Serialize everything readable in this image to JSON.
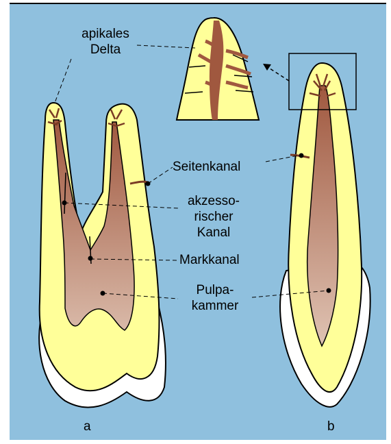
{
  "labels": {
    "apical_delta_l1": "apikales",
    "apical_delta_l2": "Delta",
    "lateral_canal": "Seitenkanal",
    "accessory_l1": "akzesso-",
    "accessory_l2": "rischer",
    "accessory_l3": "Kanal",
    "medullary_canal": "Markkanal",
    "pulp_l1": "Pulpa-",
    "pulp_l2": "kammer"
  },
  "subfigures": {
    "a": "a",
    "b": "b"
  },
  "colors": {
    "background": "#8fc0de",
    "dentin": "#ffff99",
    "pulp": "#a0583f",
    "pulp_light": "#d9b9a8",
    "enamel": "#ffffff",
    "outline": "#000000"
  }
}
